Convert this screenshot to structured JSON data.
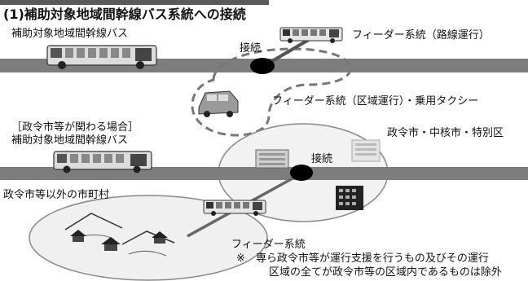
{
  "title": "(1)補助対象地域間幹線バス系統への接続",
  "top": {
    "trunk_bus_label": "補助対象地域間幹線バス",
    "connection_label": "接続",
    "feeder_route_label": "フィーダー系統（路線運行）",
    "feeder_area_label": "フィーダー系統（区域運行）・乗用タクシー"
  },
  "bottom": {
    "case_label": "［政令市等が関わる場合］",
    "trunk_bus_label": "補助対象地域間幹線バス",
    "cities_label": "政令市・中核市・特別区",
    "connection_label": "接続",
    "other_municipalities_label": "政令市等以外の市町村",
    "feeder_label": "フィーダー系統"
  },
  "notes": [
    "※　専ら政令市等が運行支援を行うもの及びその運行",
    "区域の全てが政令市等の区域内であるものは除外"
  ],
  "colors": {
    "road": "#7d7d7d",
    "ellipse_fill": "#f0f0f0",
    "node": "#000000"
  }
}
